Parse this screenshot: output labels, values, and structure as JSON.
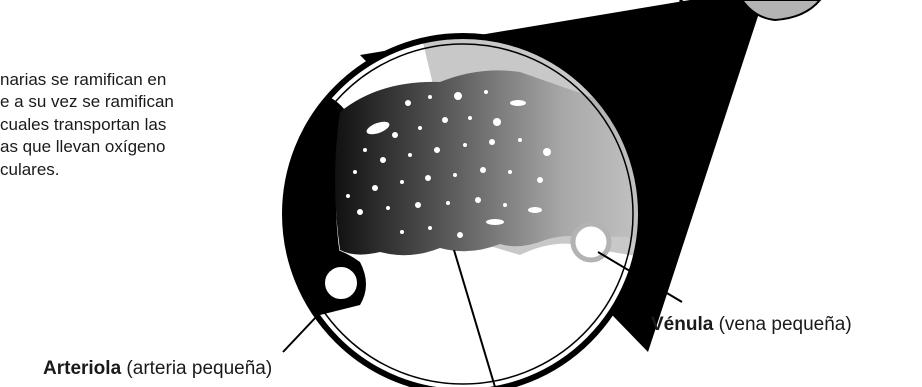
{
  "paragraph_lines": [
    "narias se ramifican en",
    "e a su vez se ramifican",
    "cuales transportan las",
    "as que llevan oxígeno",
    "culares."
  ],
  "labels": {
    "venula_bold": "Vénula",
    "venula_rest": " (vena pequeña)",
    "arteriola_bold": "Arteriola",
    "arteriola_rest": " (arteria pequeña)"
  },
  "colors": {
    "ink": "#000000",
    "vein_gray": "#b3b3b3",
    "tissue_light": "#c8c8c8"
  }
}
